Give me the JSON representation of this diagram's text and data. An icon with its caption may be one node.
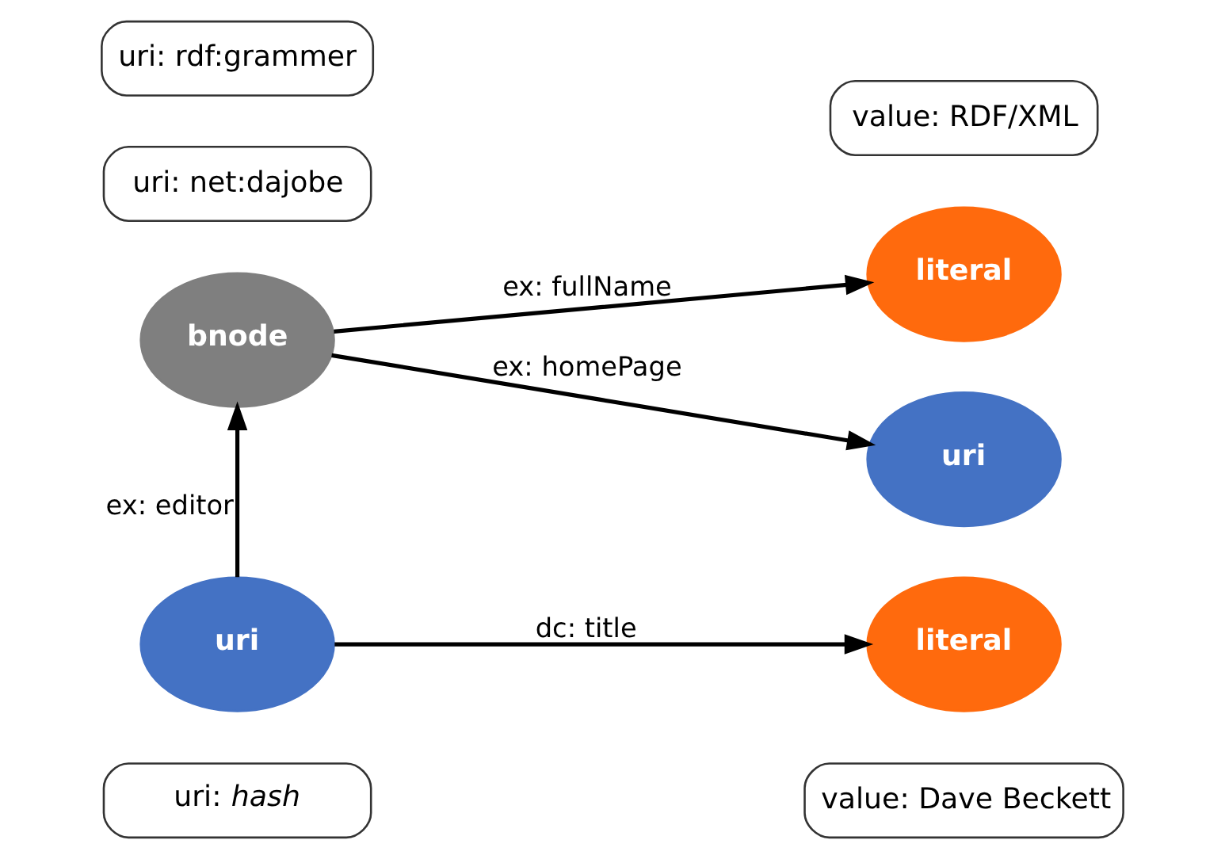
{
  "diagram": {
    "nodes": [
      {
        "text": [
          "uri: rdf:grammer"
        ]
      },
      {
        "text": [
          "value: RDF/XML"
        ]
      },
      {
        "text": [
          "uri"
        ]
      },
      {
        "text": [
          "literal"
        ]
      },
      {
        "text": [
          "uri"
        ]
      },
      {
        "text": [
          "uri: net:dajobe"
        ]
      },
      {
        "text": [
          "bnode"
        ]
      },
      {
        "text": [
          "literal"
        ]
      },
      {
        "text": [
          "uri: *hash*"
        ]
      },
      {
        "text": [
          "value: Dave Beckett"
        ]
      }
    ],
    "edges": [
      {
        "from": 2,
        "to": 3,
        "arrow": "to",
        "label": "dc: title"
      },
      {
        "from": 2,
        "to": 6,
        "arrow": "to",
        "label": "ex: editor"
      },
      {
        "from": 6,
        "to": 4,
        "arrow": "to",
        "label": "ex: homePage"
      },
      {
        "from": 6,
        "to": 7,
        "arrow": "to",
        "label": "ex: fullName"
      }
    ]
  }
}
